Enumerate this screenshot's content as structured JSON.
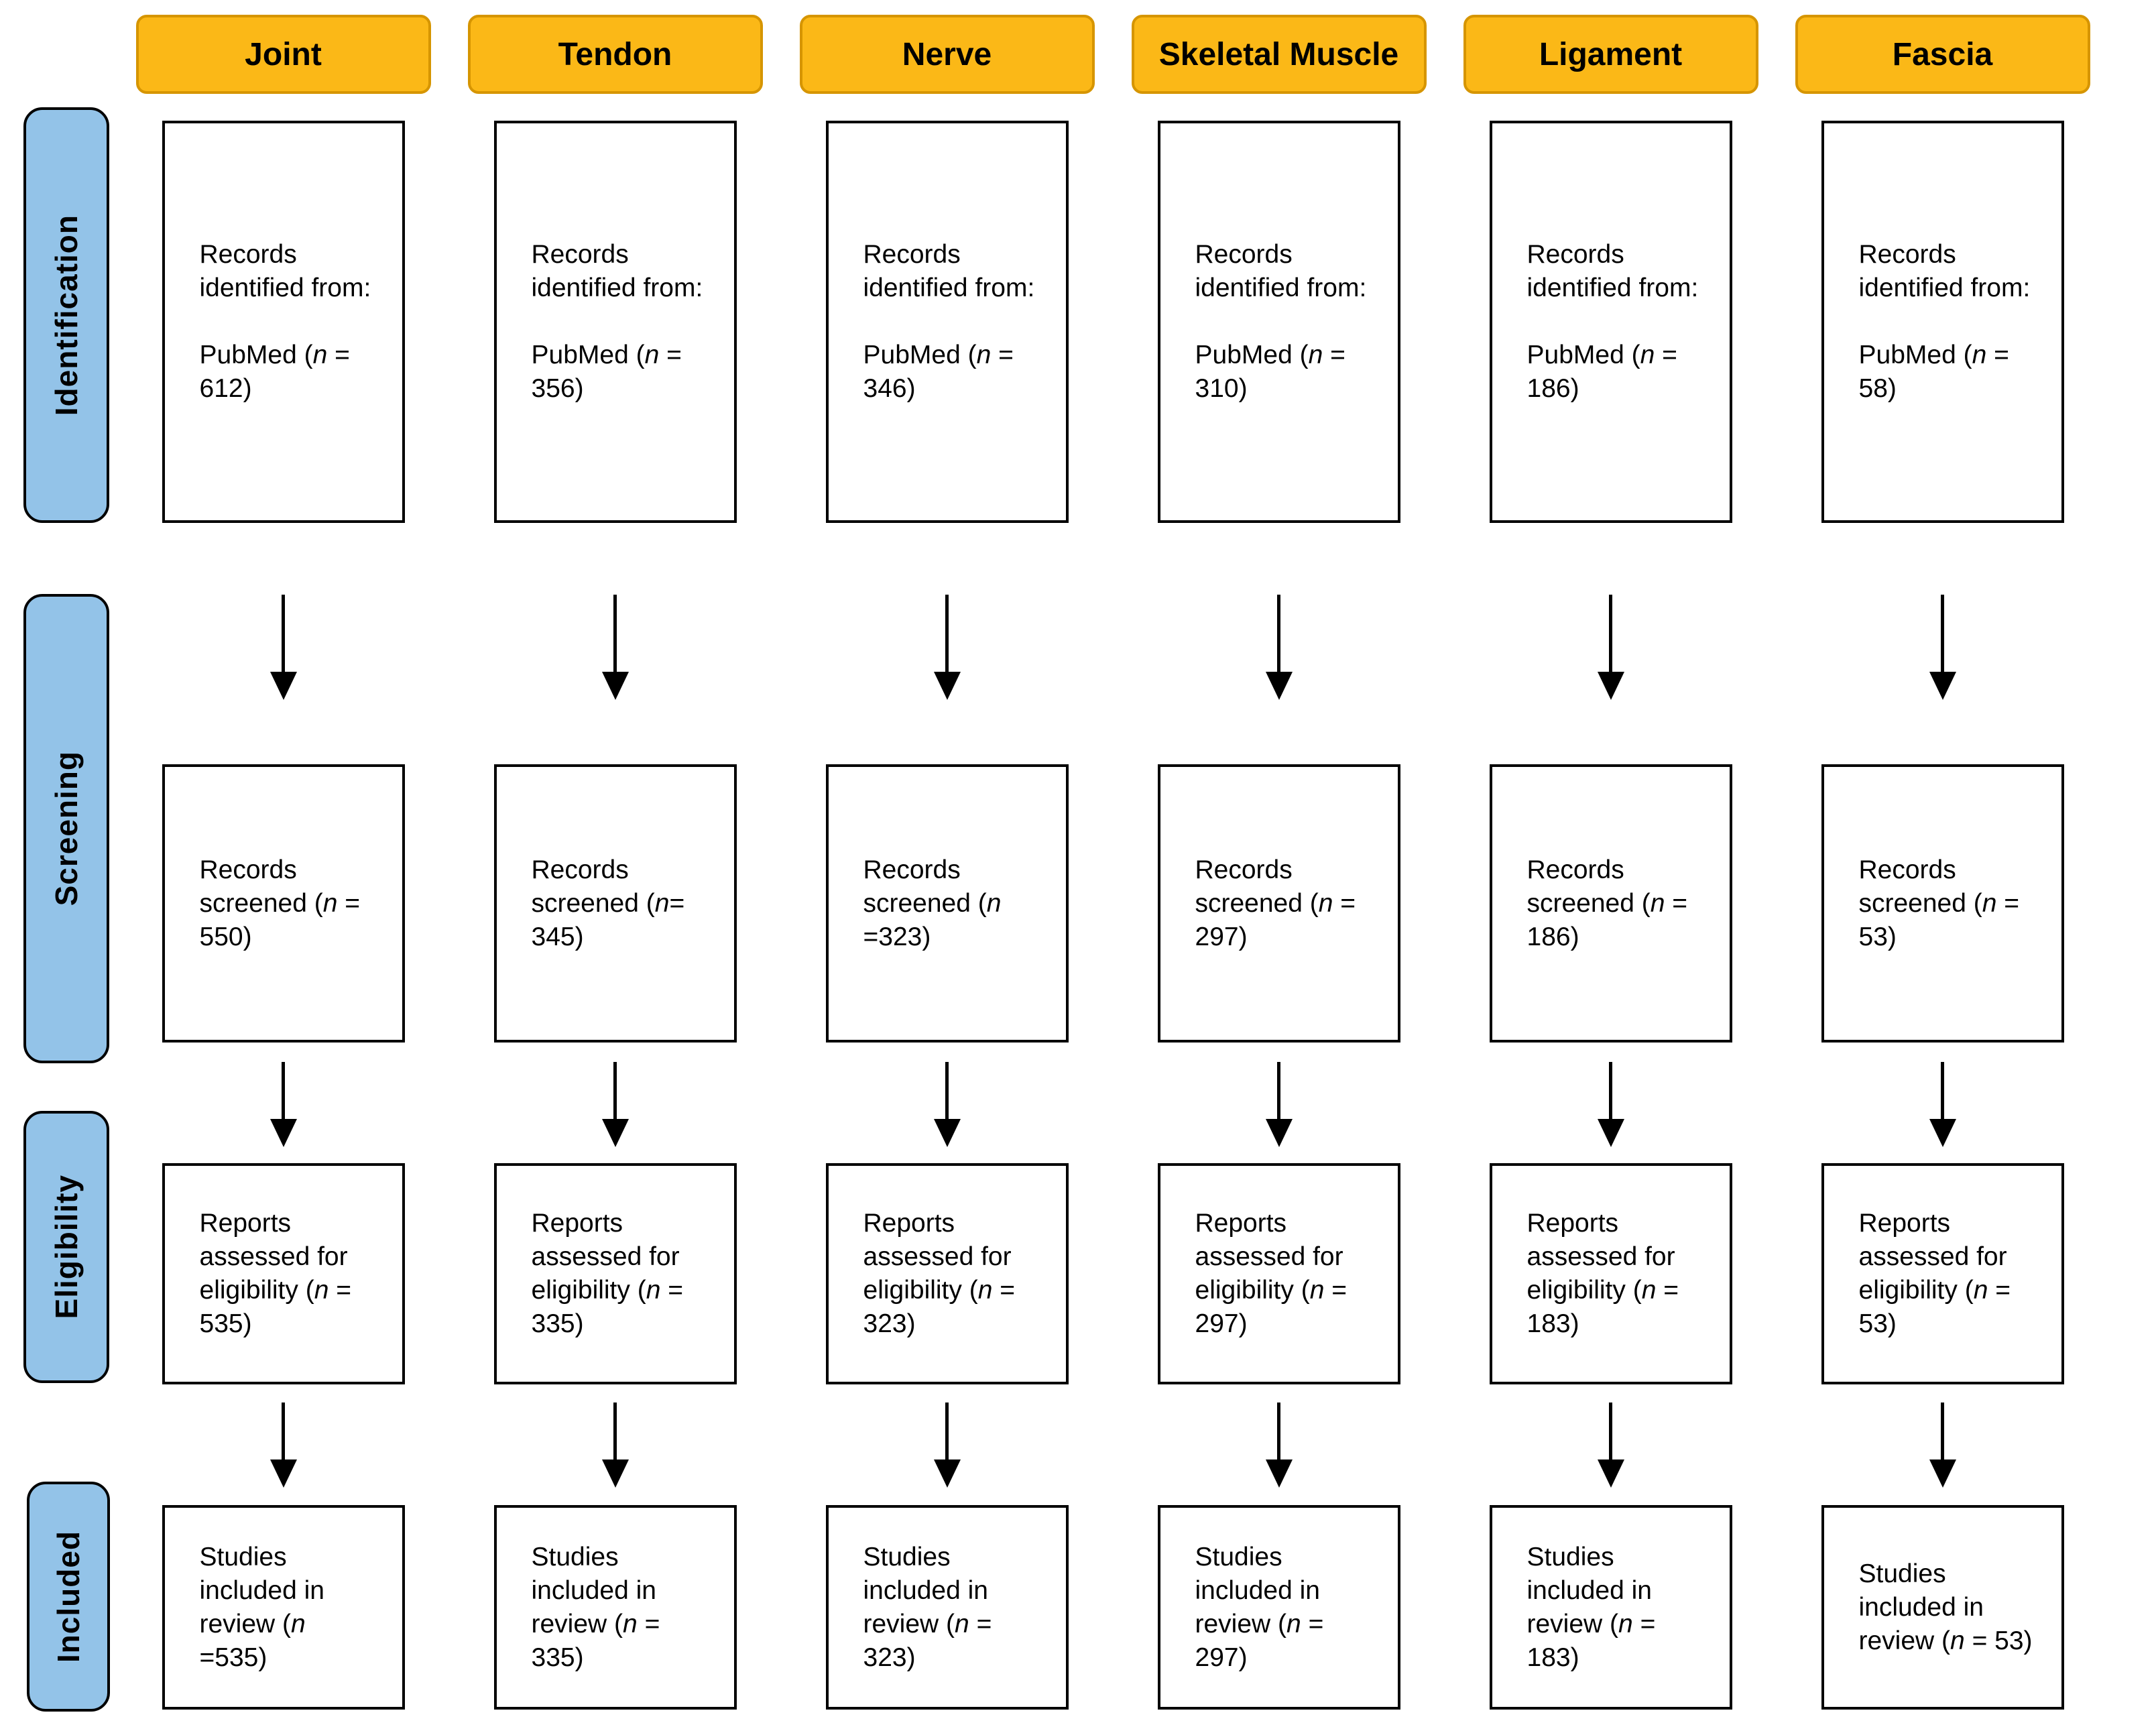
{
  "colors": {
    "header_fill": "#FBB817",
    "header_border": "#D69500",
    "stage_fill": "#93C3E8",
    "text": "#000000"
  },
  "stages": [
    {
      "label": "Identification"
    },
    {
      "label": "Screening"
    },
    {
      "label": "Eligibility"
    },
    {
      "label": "Included"
    }
  ],
  "columns": [
    {
      "header": "Joint",
      "identified_intro": "Records identified from:",
      "identified_source": "PubMed (*n* = 612)",
      "screened": "Records screened (*n* = 550)",
      "assessed": "Reports assessed for eligibility (*n* = 535)",
      "included": "Studies included in review (*n* =535)"
    },
    {
      "header": "Tendon",
      "identified_intro": "Records identified from:",
      "identified_source": "PubMed (*n* = 356)",
      "screened": "Records screened (*n*= 345)",
      "assessed": "Reports assessed for eligibility (*n* = 335)",
      "included": "Studies included in review (*n* = 335)"
    },
    {
      "header": "Nerve",
      "identified_intro": "Records identified from:",
      "identified_source": "PubMed (*n* = 346)",
      "screened": "Records screened (*n* =323)",
      "assessed": "Reports assessed for eligibility (*n* = 323)",
      "included": "Studies included in review (*n* = 323)"
    },
    {
      "header": "Skeletal Muscle",
      "identified_intro": "Records identified from:",
      "identified_source": "PubMed (*n* = 310)",
      "screened": "Records screened (*n* = 297)",
      "assessed": "Reports assessed for eligibility (*n* = 297)",
      "included": "Studies included in review (*n* = 297)"
    },
    {
      "header": "Ligament",
      "identified_intro": "Records identified from:",
      "identified_source": "PubMed (*n* = 186)",
      "screened": "Records screened (*n* = 186)",
      "assessed": "Reports assessed for eligibility (*n* = 183)",
      "included": "Studies included in review (*n* = 183)"
    },
    {
      "header": "Fascia",
      "identified_intro": "Records identified from:",
      "identified_source": "PubMed (*n* = 58)",
      "screened": "Records screened (*n* = 53)",
      "assessed": "Reports assessed for eligibility (*n* = 53)",
      "included": "Studies included in review (*n* = 53)"
    }
  ]
}
